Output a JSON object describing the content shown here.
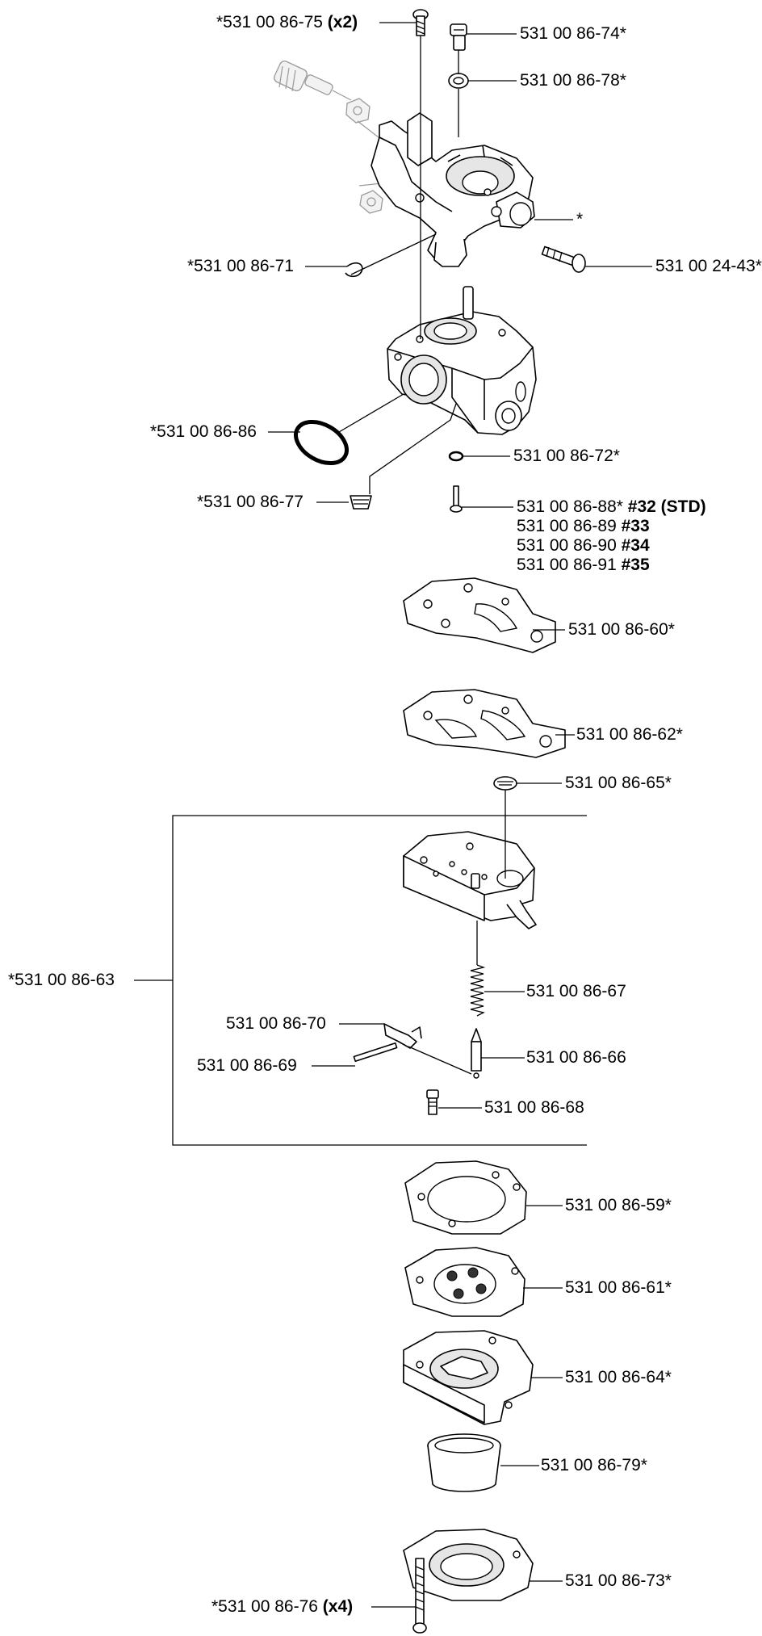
{
  "labels": {
    "p75": {
      "num": "*531 00 86-75",
      "qty": "(x2)"
    },
    "p74": {
      "num": "531 00 86-74*"
    },
    "p78": {
      "num": "531 00 86-78*"
    },
    "star": {
      "num": "*"
    },
    "p2443": {
      "num": "531 00 24-43*"
    },
    "p71": {
      "num": "*531 00 86-71"
    },
    "p86": {
      "num": "*531 00 86-86"
    },
    "p72": {
      "num": "531 00 86-72*"
    },
    "p77": {
      "num": "*531 00 86-77"
    },
    "jets": [
      {
        "num": "531 00 86-88*",
        "size": "#32 (STD)"
      },
      {
        "num": "531 00 86-89",
        "size": "#33"
      },
      {
        "num": "531 00 86-90",
        "size": "#34"
      },
      {
        "num": "531 00 86-91",
        "size": "#35"
      }
    ],
    "p60": {
      "num": "531 00 86-60*"
    },
    "p62": {
      "num": "531 00 86-62*"
    },
    "p65": {
      "num": "531 00 86-65*"
    },
    "p63": {
      "num": "*531 00 86-63"
    },
    "p67": {
      "num": "531 00 86-67"
    },
    "p70": {
      "num": "531 00 86-70"
    },
    "p66": {
      "num": "531 00 86-66"
    },
    "p69": {
      "num": "531 00 86-69"
    },
    "p68": {
      "num": "531 00 86-68"
    },
    "p59": {
      "num": "531 00 86-59*"
    },
    "p61": {
      "num": "531 00 86-61*"
    },
    "p64": {
      "num": "531 00 86-64*"
    },
    "p79": {
      "num": "531 00 86-79*"
    },
    "p73": {
      "num": "531 00 86-73*"
    },
    "p76": {
      "num": "*531 00 86-76",
      "qty": "(x4)"
    }
  }
}
